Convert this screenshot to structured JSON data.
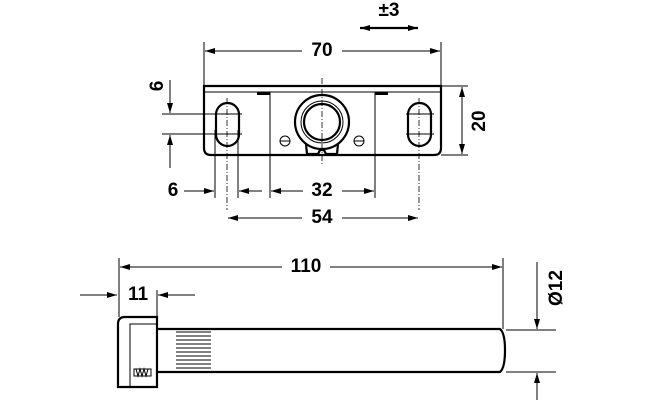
{
  "dimensions": {
    "tolerance": "±3",
    "plate_width": "70",
    "plate_height": "20",
    "slot_length": "6",
    "slot_width": "6",
    "center_width": "32",
    "hole_spacing": "54",
    "pin_length": "110",
    "cap_length": "11",
    "pin_diameter": "Ø12"
  },
  "colors": {
    "line": "#000000",
    "background": "#ffffff"
  }
}
